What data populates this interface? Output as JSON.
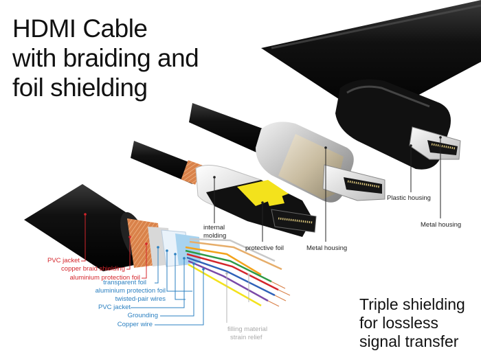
{
  "title": {
    "line1": "HDMI Cable",
    "line2": "with braiding and",
    "line3": "foil shielding"
  },
  "tagline": {
    "line1": "Triple shielding",
    "line2": "for lossless",
    "line3": "signal transfer"
  },
  "labels": {
    "pvc_jacket": "PVC jacket",
    "copper_braid": "copper braid shielding",
    "aluminium_foil_outer": "aluminium protection foil",
    "transparent_foil": "transparent foil",
    "aluminium_foil_inner": "aluminium protection foil",
    "twisted_pair": "twisted-pair wires",
    "pvc_jacket_inner": "PVC jacket",
    "grounding": "Grounding",
    "copper_wire": "Copper wire",
    "filling_line1": "filling material",
    "filling_line2": "strain relief",
    "internal_line1": "internal",
    "internal_line2": "molding",
    "protective_foil": "protective foil",
    "metal_housing_1": "Metal housing",
    "plastic_housing": "Plastic housing",
    "metal_housing_2": "Metal housing"
  },
  "colors": {
    "outer_layer_labels": "#d4252b",
    "inner_layer_labels": "#2a7fc0",
    "cable_black": "#1a1a1a",
    "copper_braid": "#d9824a",
    "protective_foil": "#f3e21c"
  }
}
